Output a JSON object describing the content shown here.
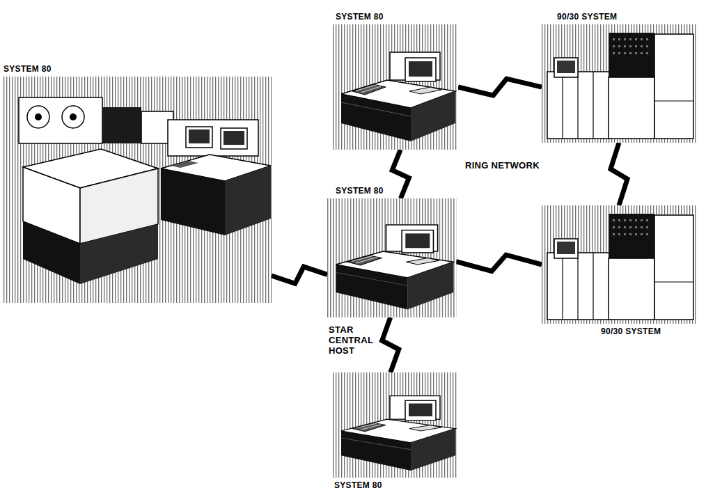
{
  "diagram": {
    "nodes": [
      {
        "text": [
          "SYSTEM 80"
        ]
      },
      {
        "text": [
          "SYSTEM 80"
        ]
      },
      {
        "text": [
          "90/30 SYSTEM"
        ]
      },
      {
        "text": [
          "SYSTEM 80"
        ]
      },
      {
        "text": [
          "90/30 SYSTEM"
        ]
      },
      {
        "text": [
          "SYSTEM 80"
        ]
      }
    ],
    "edges": [
      {
        "from": 0,
        "to": 3,
        "arrow": "none"
      },
      {
        "from": 1,
        "to": 2,
        "arrow": "none"
      },
      {
        "from": 1,
        "to": 3,
        "arrow": "none"
      },
      {
        "from": 2,
        "to": 4,
        "arrow": "none"
      },
      {
        "from": 3,
        "to": 4,
        "arrow": "none"
      },
      {
        "from": 3,
        "to": 5,
        "arrow": "none"
      }
    ],
    "labels": [
      "RING NETWORK",
      "STAR CENTRAL HOST"
    ]
  }
}
